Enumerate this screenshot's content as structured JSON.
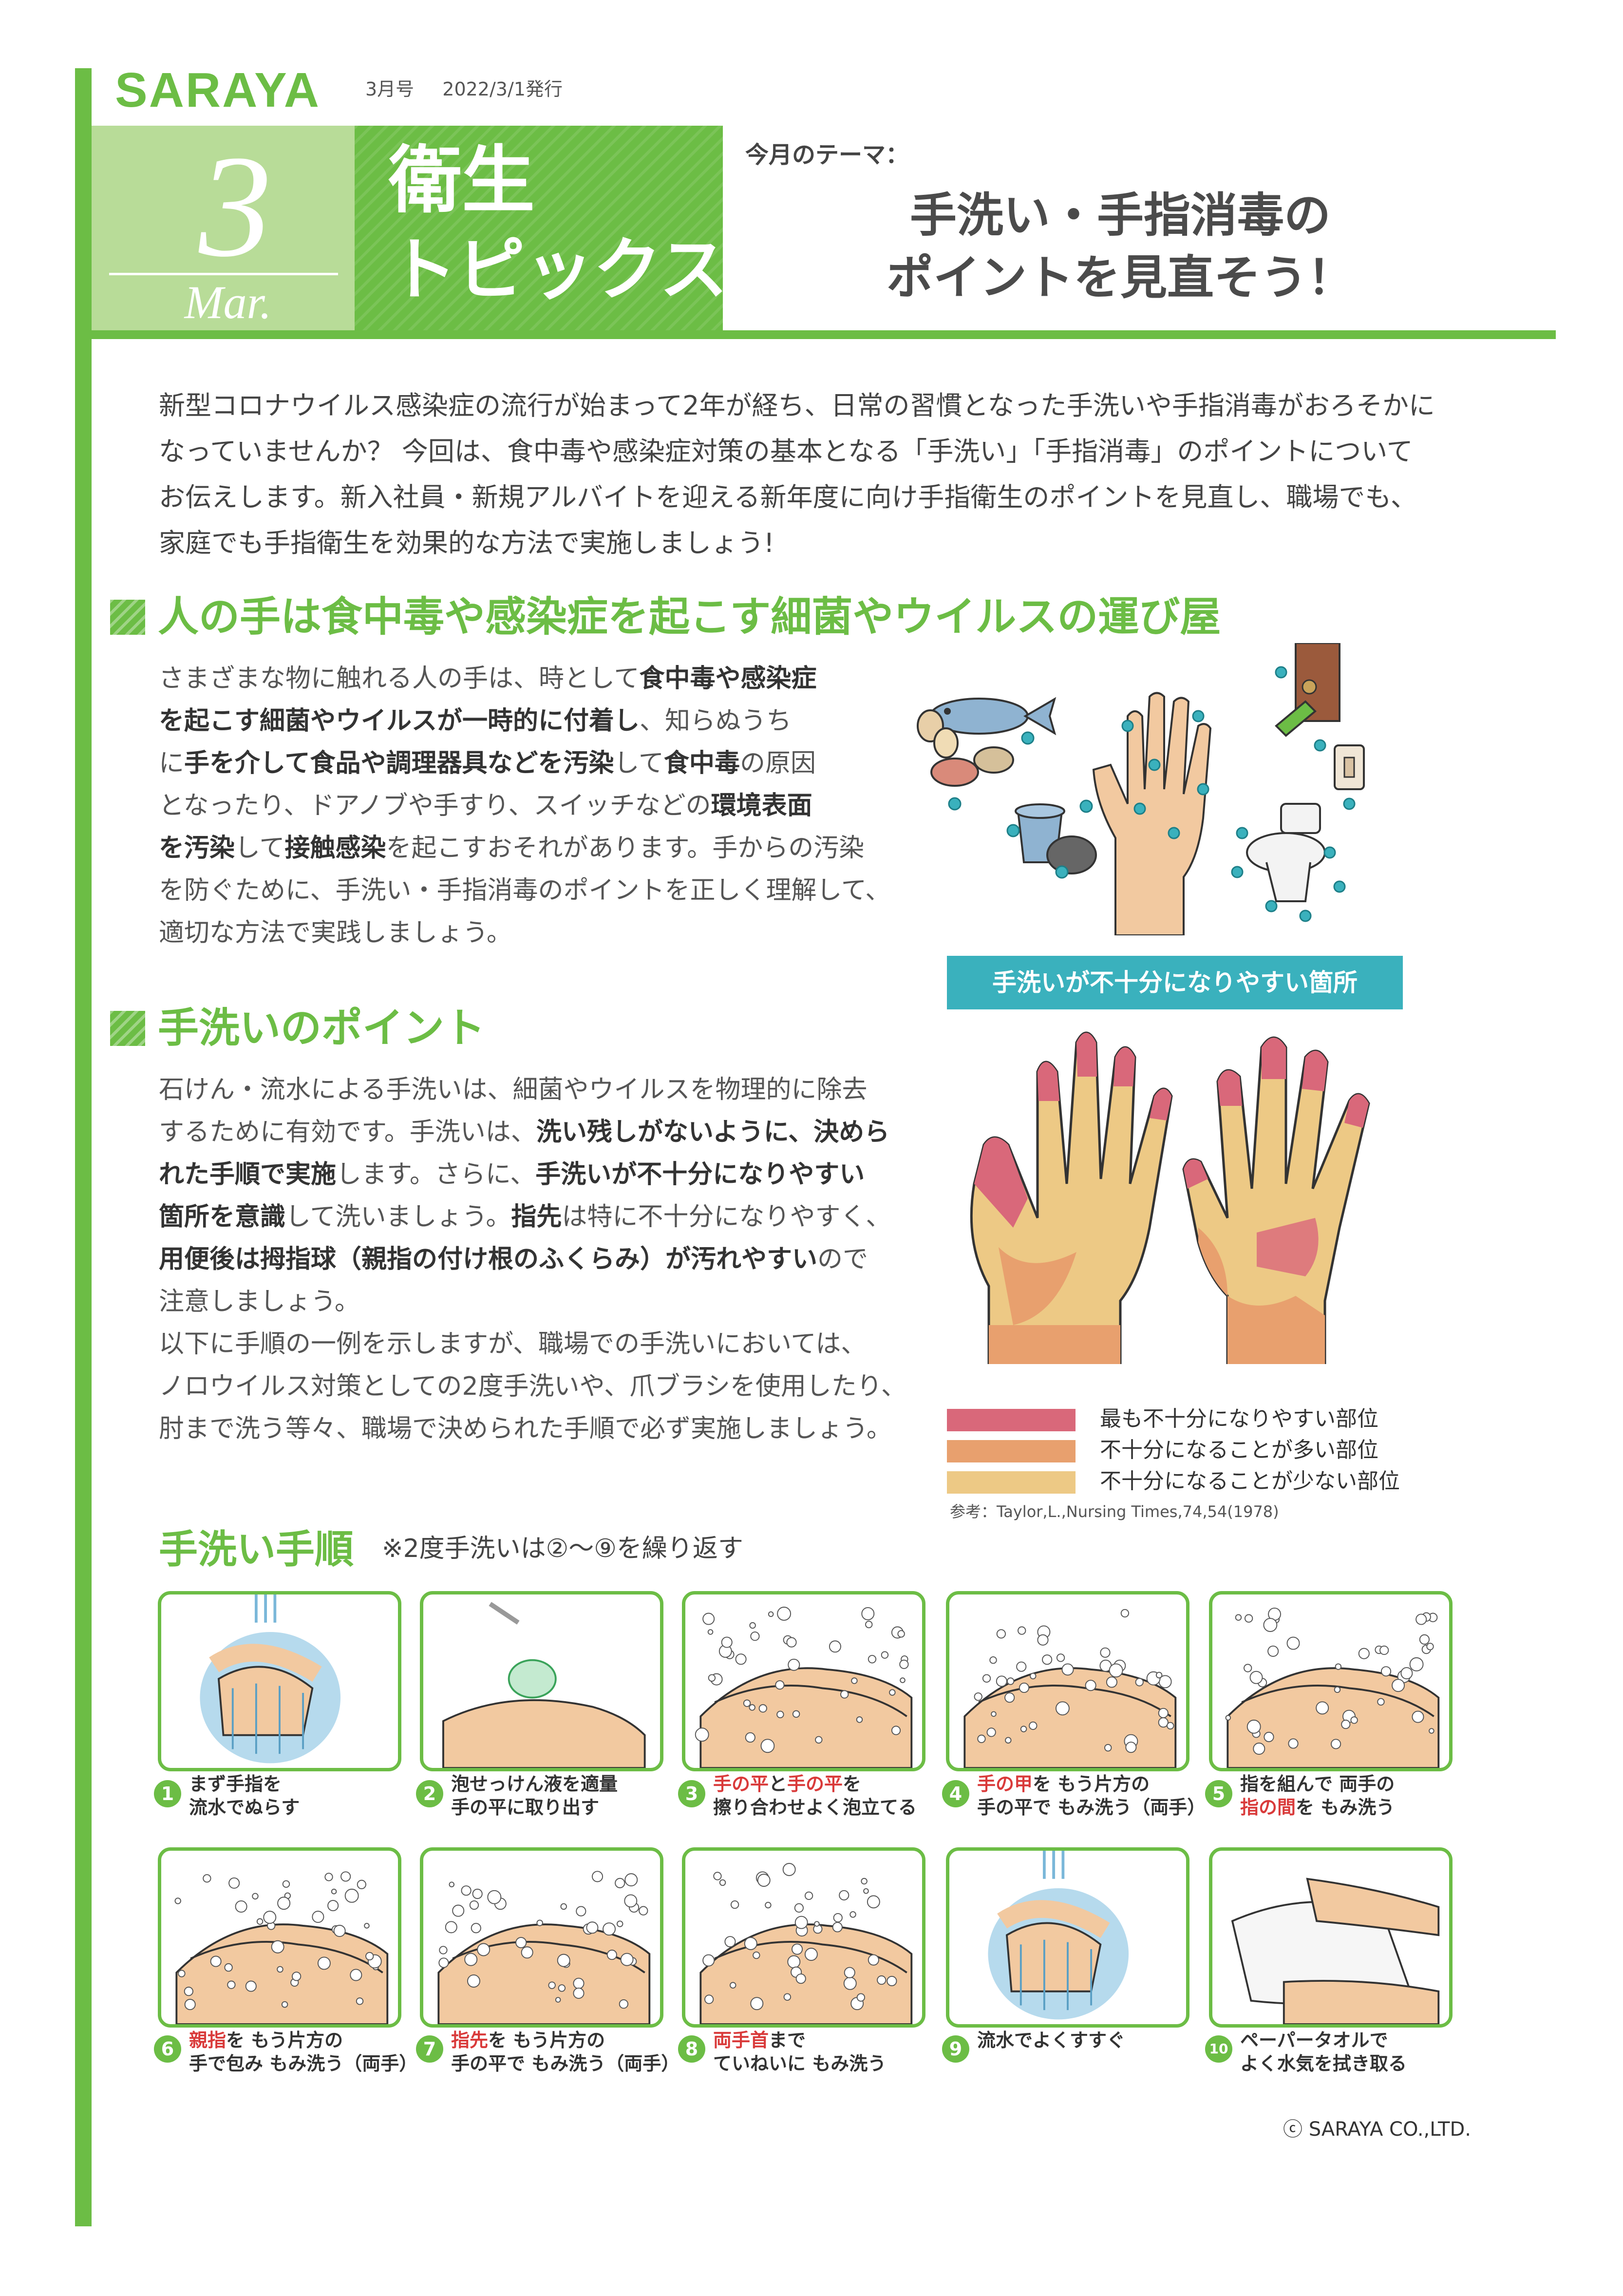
{
  "header": {
    "brand": "SARAYA",
    "issue": "3月号",
    "date": "2022/3/1発行",
    "month_number": "3",
    "month_abbr": "Mar.",
    "series_line1": "衛生",
    "series_line2": "トピックス",
    "theme_label": "今月のテーマ：",
    "theme_title_line1": "手洗い・手指消毒の",
    "theme_title_line2": "ポイントを見直そう！"
  },
  "intro": [
    "新型コロナウイルス感染症の流行が始まって2年が経ち、日常の習慣となった手洗いや手指消毒がおろそかに",
    "なっていませんか？ 今回は、食中毒や感染症対策の基本となる「手洗い」「手指消毒」のポイントについて",
    "お伝えします。新入社員・新規アルバイトを迎える新年度に向け手指衛生のポイントを見直し、職場でも、",
    "家庭でも手指衛生を効果的な方法で実施しましょう!"
  ],
  "section1": {
    "heading": "人の手は食中毒や感染症を起こす細菌やウイルスの運び屋",
    "lines": [
      [
        {
          "t": "さまざまな物に触れる人の手は、時として"
        },
        {
          "t": "食中毒や感染症",
          "b": true
        }
      ],
      [
        {
          "t": "を起こす細菌やウイルスが一時的に付着し",
          "b": true
        },
        {
          "t": "、知らぬうち"
        }
      ],
      [
        {
          "t": "に"
        },
        {
          "t": "手を介して食品や調理器具などを汚染",
          "b": true
        },
        {
          "t": "して"
        },
        {
          "t": "食中毒",
          "b": true
        },
        {
          "t": "の原因"
        }
      ],
      [
        {
          "t": "となったり、ドアノブや手すり、スイッチなどの"
        },
        {
          "t": "環境表面",
          "b": true
        }
      ],
      [
        {
          "t": "を汚染",
          "b": true
        },
        {
          "t": "して"
        },
        {
          "t": "接触感染",
          "b": true
        },
        {
          "t": "を起こすおそれがあります。手からの汚染"
        }
      ],
      [
        {
          "t": "を防ぐために、手洗い・手指消毒のポイントを正しく理解して、"
        }
      ],
      [
        {
          "t": "適切な方法で実践しましょう。"
        }
      ]
    ]
  },
  "section2": {
    "heading": "手洗いのポイント",
    "lines": [
      [
        {
          "t": "石けん・流水による手洗いは、細菌やウイルスを物理的に除去"
        }
      ],
      [
        {
          "t": "するために有効です。手洗いは、"
        },
        {
          "t": "洗い残しがないように、決めら",
          "b": true
        }
      ],
      [
        {
          "t": "れた手順で実施",
          "b": true
        },
        {
          "t": "します。さらに、"
        },
        {
          "t": "手洗いが不十分になりやすい",
          "b": true
        }
      ],
      [
        {
          "t": "箇所を意識",
          "b": true
        },
        {
          "t": "して洗いましょう。"
        },
        {
          "t": "指先",
          "b": true
        },
        {
          "t": "は特に不十分になりやすく、"
        }
      ],
      [
        {
          "t": "用便後は拇指球（親指の付け根のふくらみ）が汚れやすい",
          "b": true
        },
        {
          "t": "ので"
        }
      ],
      [
        {
          "t": "注意しましょう。"
        }
      ],
      [
        {
          "t": "以下に手順の一例を示しますが、職場での手洗いにおいては、"
        }
      ],
      [
        {
          "t": "ノロウイルス対策としての2度手洗いや、爪ブラシを使用したり、"
        }
      ],
      [
        {
          "t": "肘まで洗う等々、職場で決められた手順で必ず実施しましょう。"
        }
      ]
    ]
  },
  "chart": {
    "title": "手洗いが不十分になりやすい箇所",
    "legend": [
      {
        "label": "最も不十分になりやすい部位",
        "color": "#d9687a"
      },
      {
        "label": "不十分になることが多い部位",
        "color": "#e8a06e"
      },
      {
        "label": "不十分になることが少ない部位",
        "color": "#edc985"
      }
    ],
    "reference": "参考：Taylor,L.,Nursing Times,74,54(1978)"
  },
  "steps_section": {
    "title": "手洗い手順",
    "note": "※2度手洗いは②～⑨を繰り返す",
    "steps": [
      {
        "num": "1",
        "caption": [
          [
            {
              "t": "まず手指を"
            }
          ],
          [
            {
              "t": "流水でぬらす"
            }
          ]
        ]
      },
      {
        "num": "2",
        "caption": [
          [
            {
              "t": "泡せっけん液を適量"
            }
          ],
          [
            {
              "t": "手の平に取り出す"
            }
          ]
        ]
      },
      {
        "num": "3",
        "caption": [
          [
            {
              "t": "手の平",
              "h": true
            },
            {
              "t": "と"
            },
            {
              "t": "手の平",
              "h": true
            },
            {
              "t": "を"
            }
          ],
          [
            {
              "t": "擦り合わせよく泡立てる"
            }
          ]
        ]
      },
      {
        "num": "4",
        "caption": [
          [
            {
              "t": "手の甲",
              "h": true
            },
            {
              "t": "を もう片方の"
            }
          ],
          [
            {
              "t": "手の平で もみ洗う（両手）"
            }
          ]
        ]
      },
      {
        "num": "5",
        "caption": [
          [
            {
              "t": "指を組んで 両手の"
            }
          ],
          [
            {
              "t": "指の間",
              "h": true
            },
            {
              "t": "を もみ洗う"
            }
          ]
        ]
      },
      {
        "num": "6",
        "caption": [
          [
            {
              "t": "親指",
              "h": true
            },
            {
              "t": "を もう片方の"
            }
          ],
          [
            {
              "t": "手で包み もみ洗う（両手）"
            }
          ]
        ]
      },
      {
        "num": "7",
        "caption": [
          [
            {
              "t": "指先",
              "h": true
            },
            {
              "t": "を もう片方の"
            }
          ],
          [
            {
              "t": "手の平で もみ洗う（両手）"
            }
          ]
        ]
      },
      {
        "num": "8",
        "caption": [
          [
            {
              "t": "両手首",
              "h": true
            },
            {
              "t": "まで"
            }
          ],
          [
            {
              "t": "ていねいに もみ洗う"
            }
          ]
        ]
      },
      {
        "num": "9",
        "caption": [
          [
            {
              "t": "流水でよくすすぐ"
            }
          ]
        ]
      },
      {
        "num": "10",
        "caption": [
          [
            {
              "t": "ペーパータオルで"
            }
          ],
          [
            {
              "t": "よく水気を拭き取る"
            }
          ]
        ]
      }
    ]
  },
  "footer": {
    "copyright": "ⓒ SARAYA CO.,LTD."
  },
  "colors": {
    "brand_green": "#6cbd45",
    "light_green": "#b8dc98",
    "chart_teal": "#3ab1bd",
    "highlight_red": "#d93a3a",
    "skin": "#f2c9a0"
  }
}
